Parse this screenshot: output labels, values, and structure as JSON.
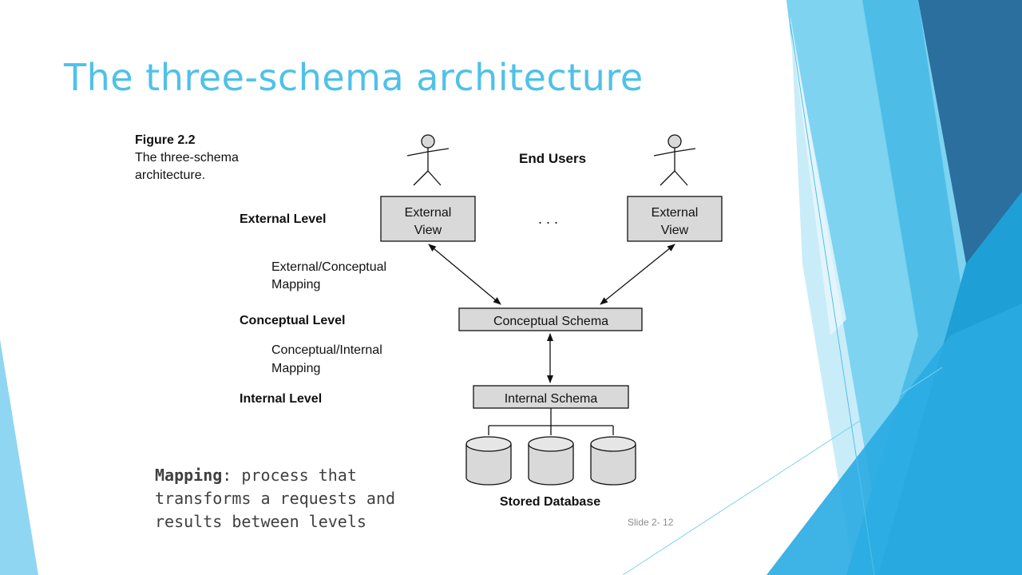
{
  "slide": {
    "title": "The three-schema architecture",
    "caption_term": "Mapping",
    "caption_text": ": process that transforms a requests and results between levels",
    "slide_number": "Slide 2- 12"
  },
  "figure": {
    "label": "Figure 2.2",
    "caption_line1": "The three-schema",
    "caption_line2": "architecture.",
    "end_users": "End Users",
    "ellipsis": ". . .",
    "levels": {
      "external": "External Level",
      "conceptual": "Conceptual Level",
      "internal": "Internal Level"
    },
    "mappings": {
      "ext_conc_line1": "External/Conceptual",
      "ext_conc_line2": "Mapping",
      "conc_int_line1": "Conceptual/Internal",
      "conc_int_line2": "Mapping"
    },
    "external_view_left": {
      "line1": "External",
      "line2": "View"
    },
    "external_view_right": {
      "line1": "External",
      "line2": "View"
    },
    "conceptual_schema": "Conceptual Schema",
    "internal_schema": "Internal Schema",
    "stored_database": "Stored Database"
  },
  "theme": {
    "title_color": "#4fc1e9",
    "box_fill": "#d9d9d9",
    "accent_light": "#7dd3f0",
    "accent_mid": "#29abe2",
    "accent_dark": "#2b6f9e"
  }
}
